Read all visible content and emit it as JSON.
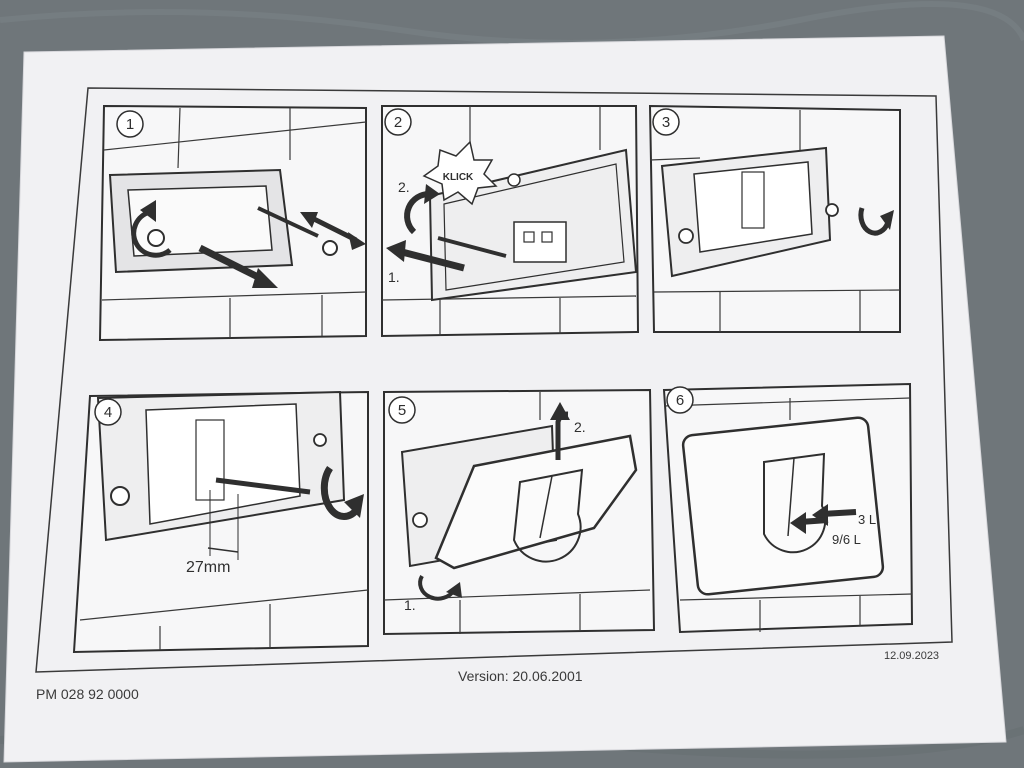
{
  "document": {
    "version": "Version: 20.06.2001",
    "part_number": "PM 028 92  0000",
    "date_stamp": "12.09.2023"
  },
  "steps": [
    {
      "number": "1",
      "labels": []
    },
    {
      "number": "2",
      "labels": [
        "KLICK",
        "2.",
        "1."
      ]
    },
    {
      "number": "3",
      "labels": []
    },
    {
      "number": "4",
      "labels": [
        "27mm"
      ]
    },
    {
      "number": "5",
      "labels": [
        "2.",
        "1."
      ]
    },
    {
      "number": "6",
      "labels": [
        "3 L",
        "9/6 L"
      ]
    }
  ],
  "colors": {
    "paper": "#f1f1f3",
    "ink": "#2f2f2f",
    "background": "#6f767a"
  }
}
